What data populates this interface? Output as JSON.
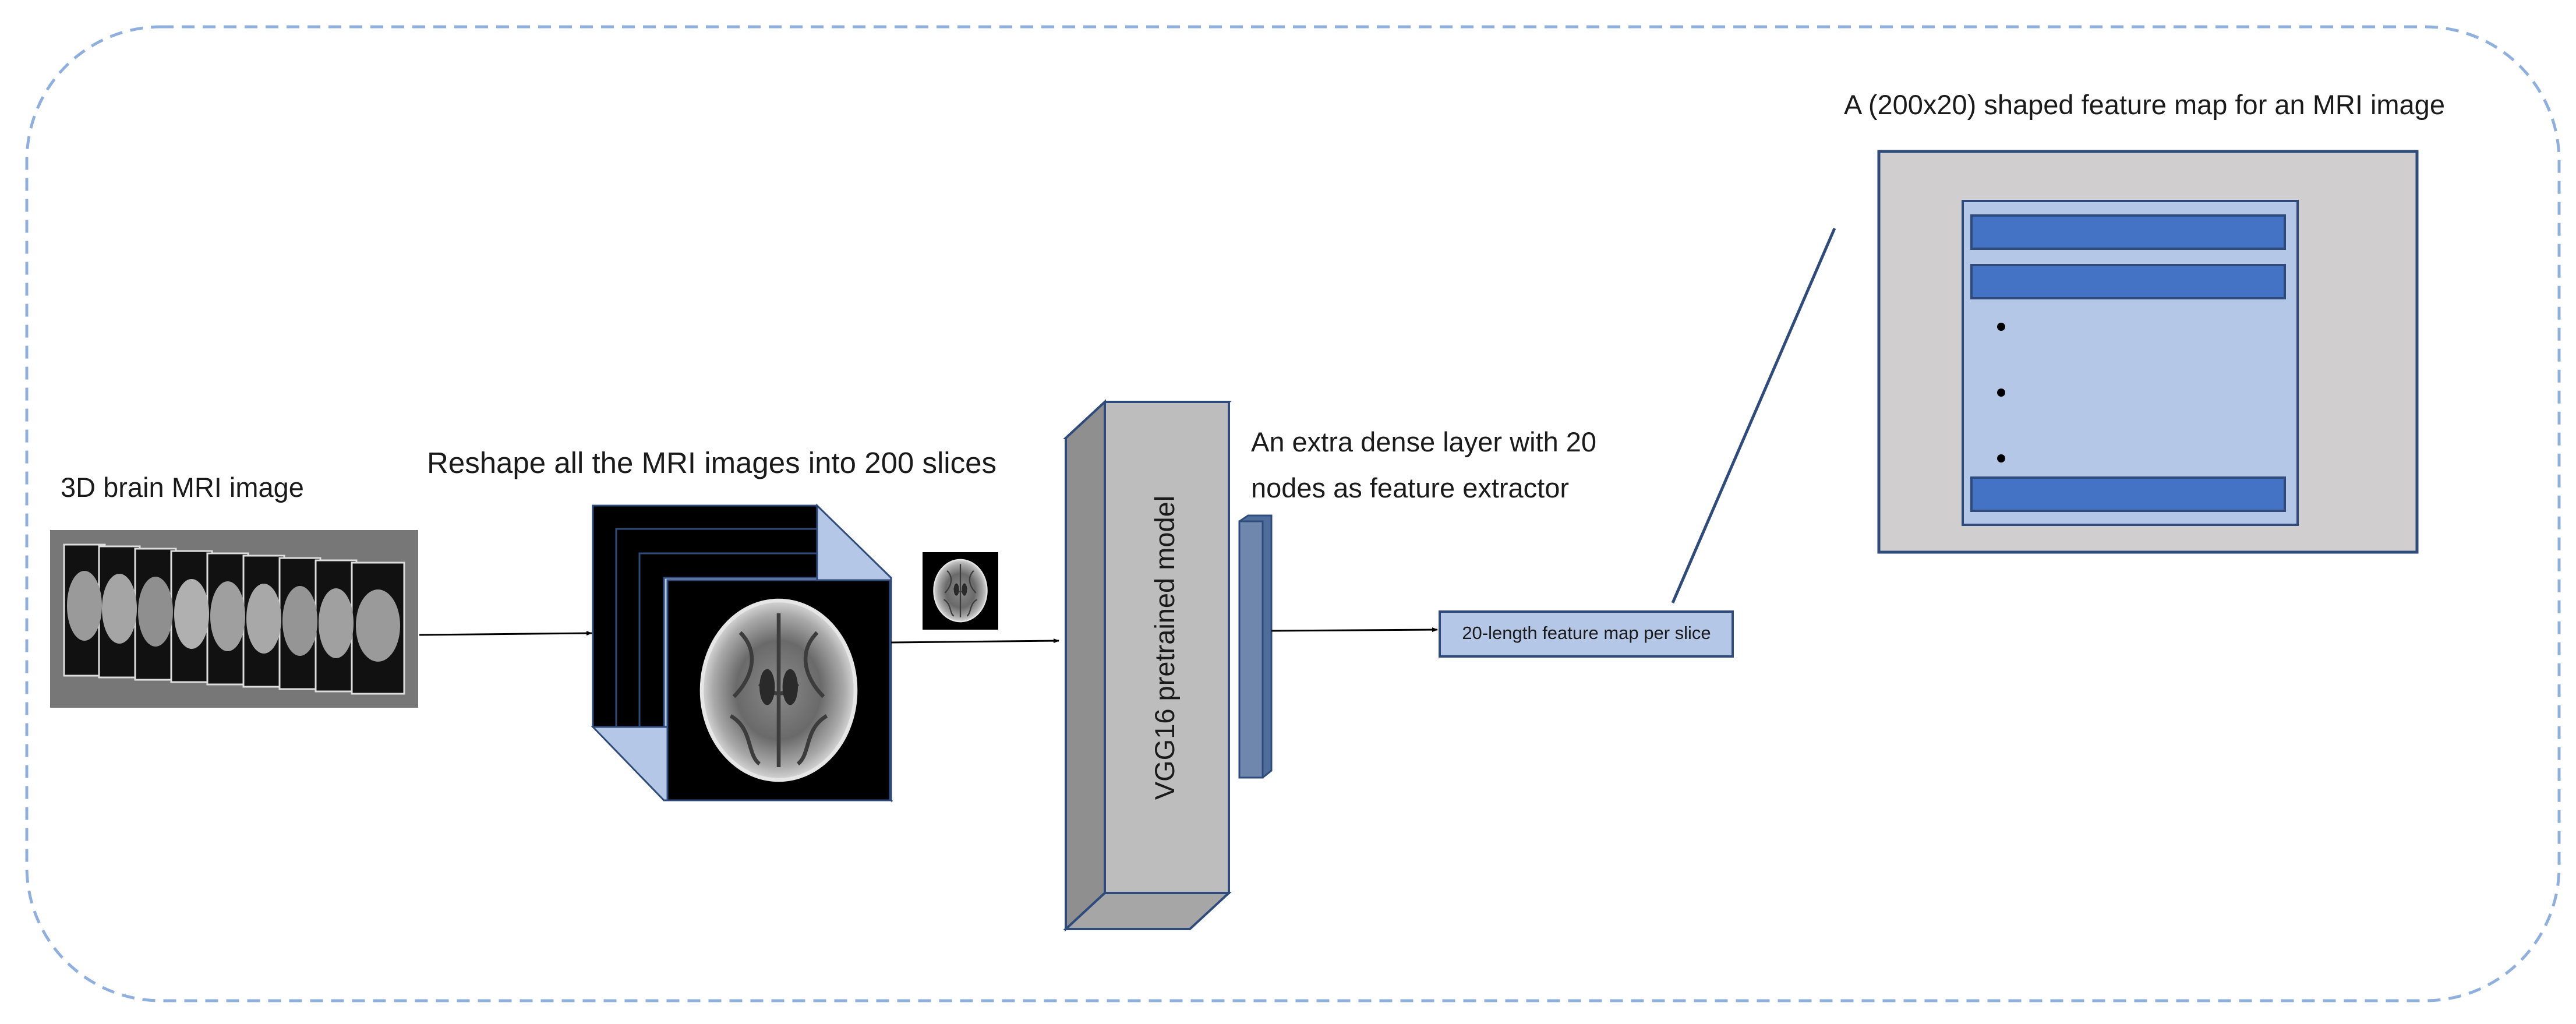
{
  "labels": {
    "mri_3d": "3D brain MRI image",
    "reshape": "Reshape all the MRI images into 200 slices",
    "vgg": "VGG16 pretrained model",
    "dense_line1": "An extra dense layer with 20",
    "dense_line2": "nodes as feature extractor",
    "feature_per_slice": "20-length feature map per slice",
    "feature_map_title": "A (200x20) shaped feature map for an MRI image"
  },
  "colors": {
    "border_dashed": "#8fb0de",
    "dark_blue": "#4472c4",
    "light_blue": "#b4c7e7",
    "outline_navy": "#2f4b7c",
    "box_gray": "#d0cece",
    "vgg_front": "#bdbdbd",
    "vgg_side": "#8f8f8f",
    "vgg_top": "#d9d9d9",
    "mri_bg": "#000000"
  }
}
